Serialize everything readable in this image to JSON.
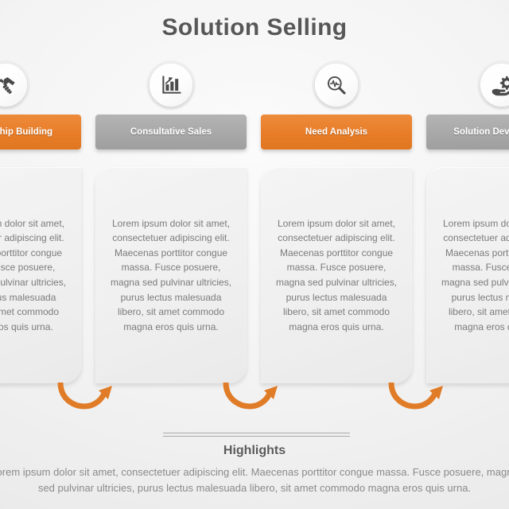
{
  "page": {
    "title": "Solution Selling",
    "accent_color": "#e87d28",
    "muted_color": "#a8a8a8",
    "title_color": "#575757",
    "background_color": "#f2f2f2"
  },
  "columns": [
    {
      "icon": "handshake-icon",
      "label": "Relationship Building",
      "header_style": "orange",
      "body": "Lorem ipsum dolor sit amet, consectetuer adipiscing elit. Maecenas porttitor congue massa. Fusce posuere, magna sed pulvinar ultricies, purus lectus malesuada libero, sit amet commodo magna eros quis urna."
    },
    {
      "icon": "bar-chart-growth-icon",
      "label": "Consultative Sales",
      "header_style": "gray",
      "body": "Lorem ipsum dolor sit amet, consectetuer adipiscing elit. Maecenas porttitor congue massa. Fusce posuere, magna sed pulvinar ultricies, purus lectus malesuada libero, sit amet commodo magna eros quis urna."
    },
    {
      "icon": "magnifier-pulse-icon",
      "label": "Need Analysis",
      "header_style": "orange",
      "body": "Lorem ipsum dolor sit amet, consectetuer adipiscing elit. Maecenas porttitor congue massa. Fusce posuere, magna sed pulvinar ultricies, purus lectus malesuada libero, sit amet commodo magna eros quis urna."
    },
    {
      "icon": "gear-hand-icon",
      "label": "Solution Development",
      "header_style": "gray",
      "body": "Lorem ipsum dolor sit amet, consectetuer adipiscing elit. Maecenas porttitor congue massa. Fusce posuere, magna sed pulvinar ultricies, purus lectus malesuada libero, sit amet commodo magna eros quis urna."
    }
  ],
  "connectors": [
    {
      "name": "curved-arrow-icon"
    },
    {
      "name": "curved-arrow-icon"
    },
    {
      "name": "curved-arrow-icon"
    }
  ],
  "highlights": {
    "title": "Highlights",
    "line1": "Lorem ipsum dolor sit amet, consectetuer adipiscing elit. Maecenas porttitor congue massa. Fusce posuere, magna",
    "line2": "sed pulvinar ultricies, purus lectus malesuada libero, sit amet commodo magna eros quis urna."
  }
}
